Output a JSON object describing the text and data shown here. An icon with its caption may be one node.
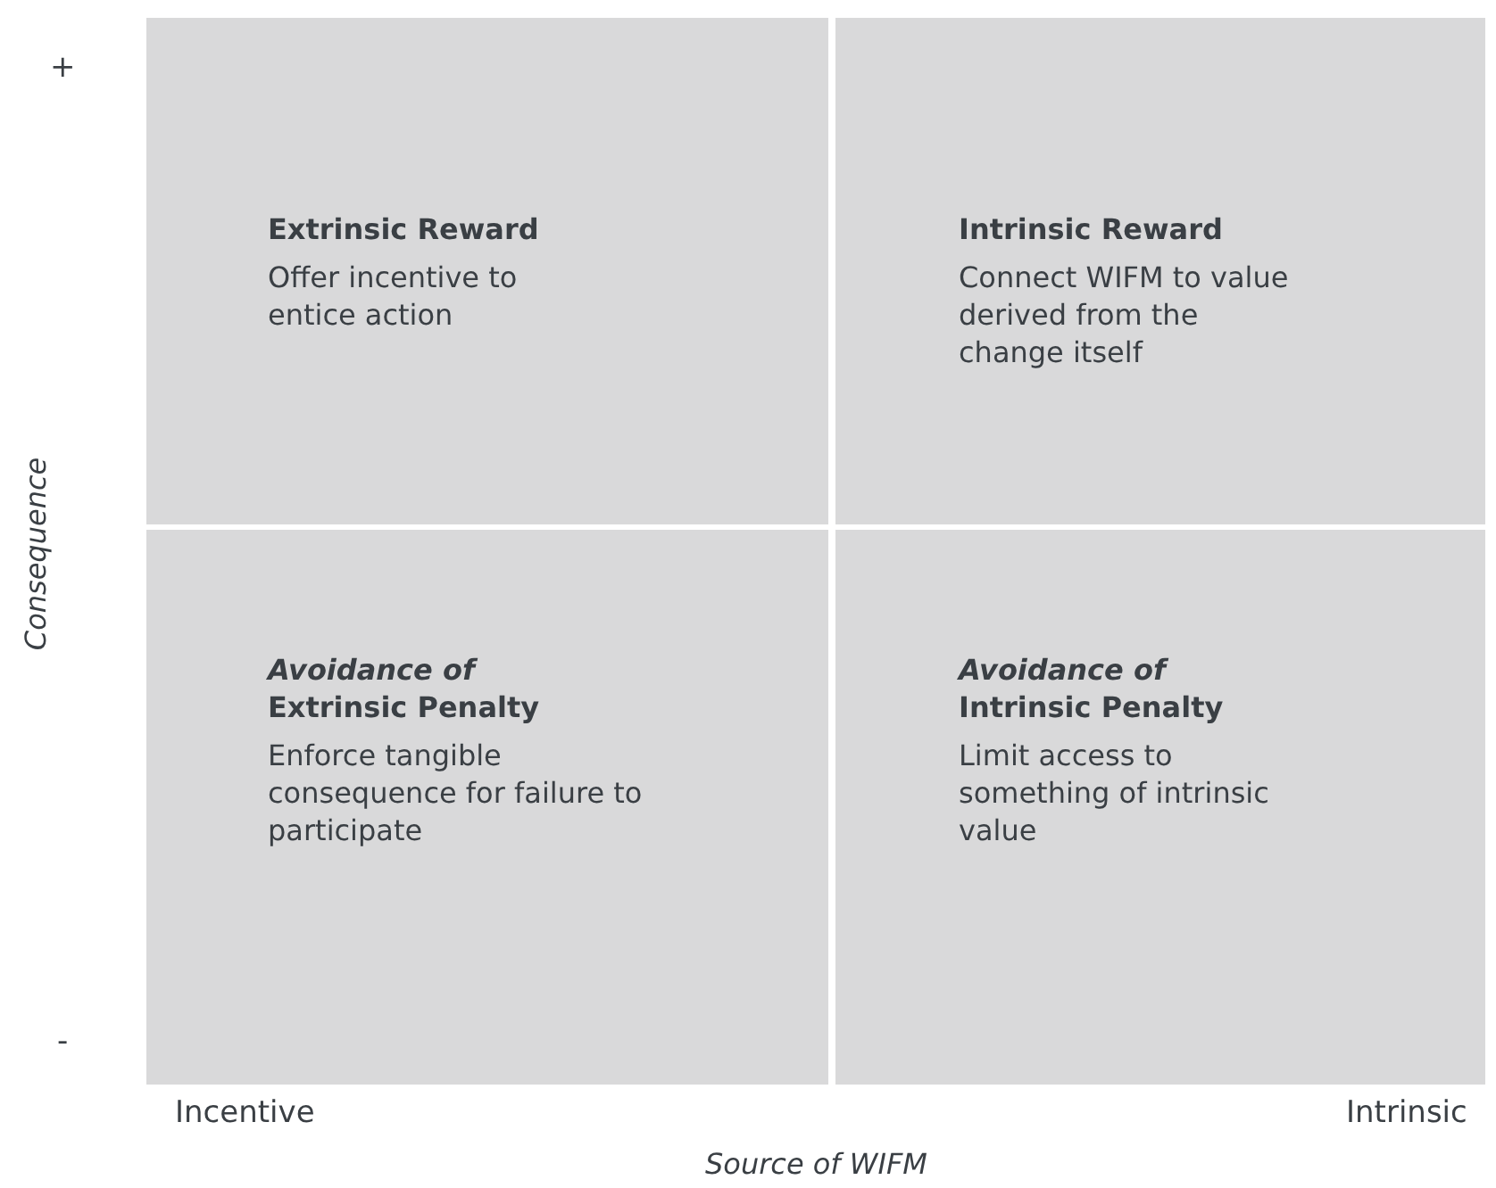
{
  "diagram": {
    "nodes": [
      {
        "text": [
          "Extrinsic Reward",
          "Offer incentive to entice action"
        ]
      },
      {
        "text": [
          "Intrinsic Reward",
          "Connect WIFM to value derived from the change itself"
        ]
      },
      {
        "text": [
          "*Avoidance of* Extrinsic Penalty",
          "Enforce tangible consequence for failure to participate"
        ]
      },
      {
        "text": [
          "*Avoidance of* Intrinsic Penalty",
          "Limit access to something of intrinsic value"
        ]
      }
    ],
    "edges": [],
    "labels": [
      "+",
      "Consequence",
      "-",
      "Incentive",
      "Intrinsic",
      "Source of WIFM"
    ]
  }
}
